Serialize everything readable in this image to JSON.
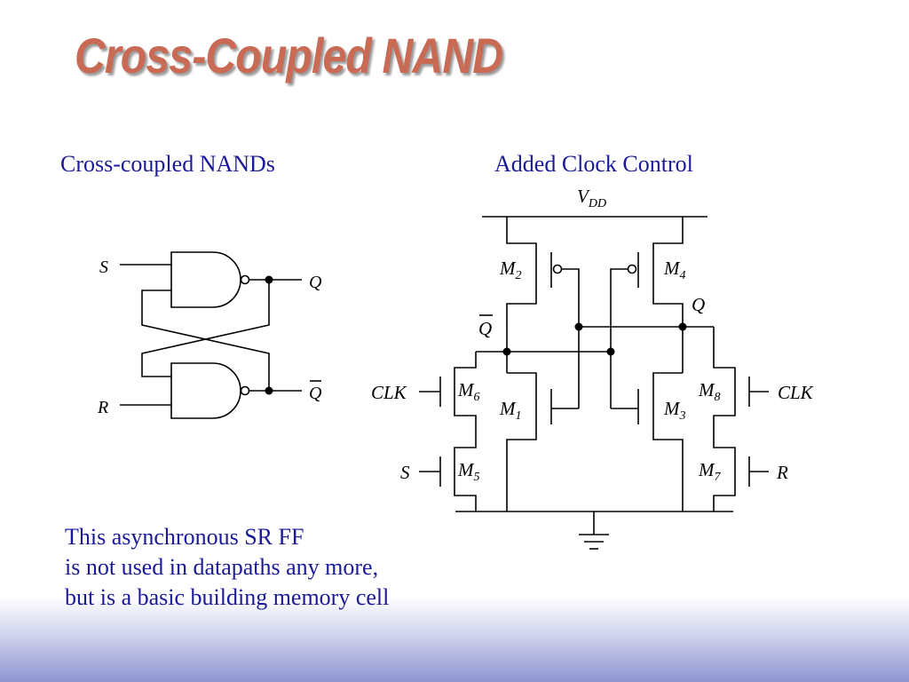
{
  "slide": {
    "title": "Cross-Coupled NAND",
    "caption_left": "Cross-coupled NANDs",
    "caption_right": "Added Clock Control",
    "note_lines": [
      "This asynchronous SR FF",
      "is not used in datapaths any more,",
      "but is a basic building memory cell"
    ]
  },
  "gate_diagram": {
    "input_s": "S",
    "input_r": "R",
    "output_q": "Q",
    "output_qbar": "Q"
  },
  "transistor_diagram": {
    "vdd_base": "V",
    "vdd_sub": "DD",
    "q_label": "Q",
    "qbar_label": "Q",
    "clk_left": "CLK",
    "clk_right": "CLK",
    "s_label": "S",
    "r_label": "R",
    "transistors": [
      {
        "base": "M",
        "sub": "1"
      },
      {
        "base": "M",
        "sub": "2"
      },
      {
        "base": "M",
        "sub": "3"
      },
      {
        "base": "M",
        "sub": "4"
      },
      {
        "base": "M",
        "sub": "5"
      },
      {
        "base": "M",
        "sub": "6"
      },
      {
        "base": "M",
        "sub": "7"
      },
      {
        "base": "M",
        "sub": "8"
      }
    ]
  },
  "colors": {
    "title": "#c86a54",
    "body_text": "#1a1a99",
    "band_bottom": "#8e94d0"
  }
}
